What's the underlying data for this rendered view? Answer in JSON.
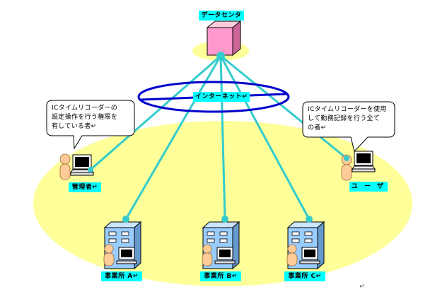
{
  "data_center": {
    "label": "データセンタ"
  },
  "internet": {
    "label": "インターネット↵"
  },
  "callouts": {
    "admin": {
      "text": "ICタイムリコーダーの\n設定操作を行う権限を\n有している者↵"
    },
    "user": {
      "text": "ICタイムリコーダーを使用\nして勤務記録を行う全て\nの者↵"
    }
  },
  "nodes": {
    "admin": {
      "label": "管理者↵"
    },
    "user": {
      "label": "ユ ー ザ"
    },
    "office_a": {
      "label": "事業所 A↵"
    },
    "office_b": {
      "label": "事業所 B↵"
    },
    "office_c": {
      "label": "事業所 C↵"
    }
  },
  "page_mark": "↵",
  "colors": {
    "link": "#33cccc",
    "ring": "#0000cc",
    "halo": "#ffff99",
    "server_box": "#ff99cc",
    "building": "#99ccff",
    "label_bg": "#00ffff",
    "person": "#ffcc99"
  }
}
